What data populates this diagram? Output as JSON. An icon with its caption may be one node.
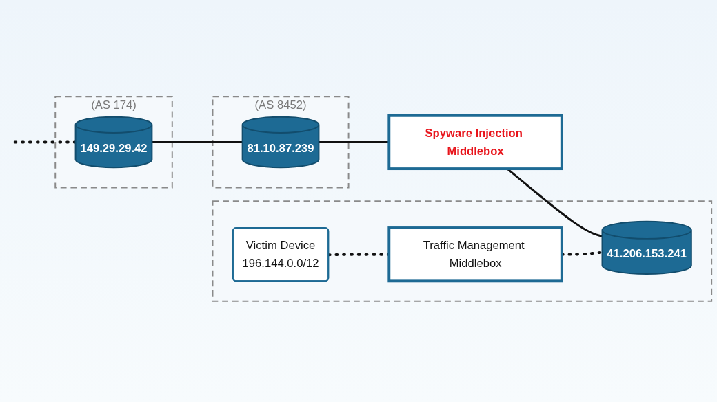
{
  "diagram": {
    "nodes": [
      {
        "text": [
          "(AS 174)"
        ]
      },
      {
        "text": [
          "149.29.29.42"
        ],
        "in": 0
      },
      {
        "text": [
          "(AS 8452)"
        ]
      },
      {
        "text": [
          "81.10.87.239"
        ],
        "in": 2
      },
      {
        "text": [
          "Spyware Injection Middlebox"
        ]
      },
      {
        "text": [],
        "shape": "cloud"
      },
      {
        "text": [
          "Victim Device",
          "196.144.0.0/12"
        ],
        "in": 5
      },
      {
        "text": [
          "Traffic Management Middlebox"
        ],
        "in": 5
      },
      {
        "text": [
          "41.206.153.241"
        ],
        "in": 5
      }
    ],
    "edges": [
      {
        "from": null,
        "to": 1,
        "arrow": "none",
        "style": "dashed"
      },
      {
        "from": 1,
        "to": 3,
        "arrow": "none"
      },
      {
        "from": 3,
        "to": 4,
        "arrow": "none"
      },
      {
        "from": 4,
        "to": 8,
        "arrow": "none"
      },
      {
        "from": 6,
        "to": 7,
        "arrow": "none",
        "style": "dashed"
      },
      {
        "from": 7,
        "to": 8,
        "arrow": "none",
        "style": "dashed"
      }
    ]
  }
}
